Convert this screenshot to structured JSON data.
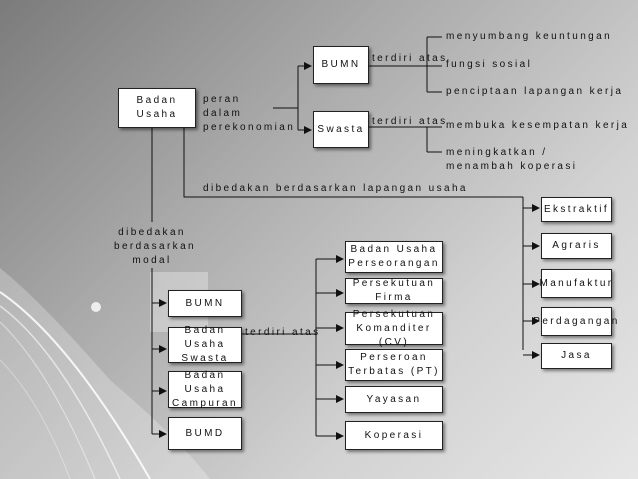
{
  "nodes": {
    "badan_usaha": "Badan Usaha",
    "bumn_top": "BUMN",
    "swasta_top": "Swasta",
    "ekstraktif": "Ekstraktif",
    "agraris": "Agraris",
    "manufaktur": "Manufaktur",
    "perdagangan": "Perdagangan",
    "jasa": "Jasa",
    "bumn_mid": "BUMN",
    "bu_swasta": "Badan Usaha Swasta",
    "bu_campuran": "Badan Usaha Campuran",
    "bumd": "BUMD",
    "perseorangan": "Badan Usaha Perseorangan",
    "firma": "Persekutuan Firma",
    "cv": "Persekutuan Komanditer (CV)",
    "pt": "Perseroan Terbatas (PT)",
    "yayasan": "Yayasan",
    "koperasi": "Koperasi"
  },
  "labels": {
    "peran": "peran dalam perekonomian",
    "terdiri_bumn": "terdiri atas",
    "terdiri_swasta": "terdiri atas",
    "terdiri_mid": "terdiri atas",
    "lapangan_usaha": "dibedakan berdasarkan lapangan usaha",
    "modal": "dibedakan berdasarkan modal",
    "bumn_roles": [
      "menyumbang keuntungan",
      "fungsi sosial",
      "penciptaan lapangan kerja"
    ],
    "swasta_roles": [
      "membuka kesempatan kerja",
      "meningkatkan / menambah koperasi"
    ]
  }
}
